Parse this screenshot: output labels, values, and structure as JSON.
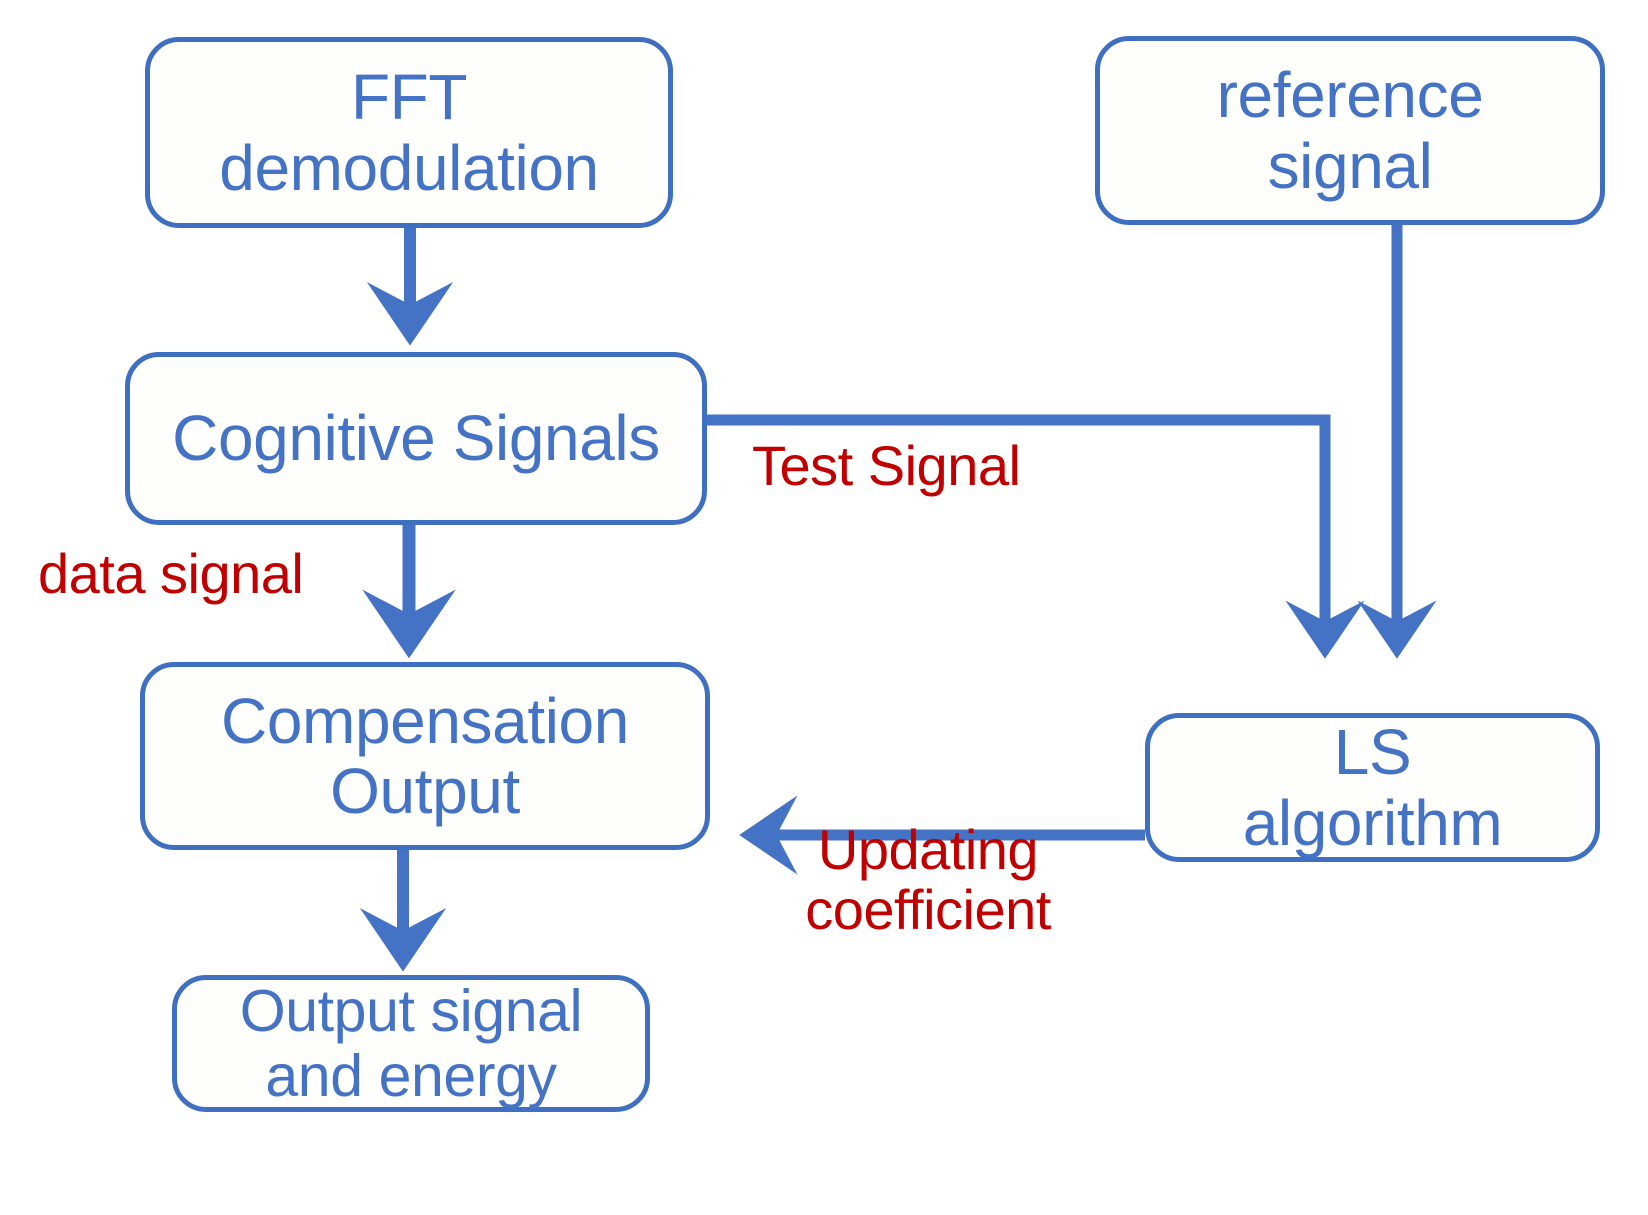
{
  "diagram": {
    "title": "Cognitive signal compensation block diagram",
    "colors": {
      "node_stroke": "#3F6FC0",
      "node_text": "#4472C4",
      "edge_stroke": "#4472C4",
      "edge_label_text": "#C00000",
      "background": "#FFFFFF"
    },
    "nodes": [
      {
        "id": "fft",
        "label": "FFT\ndemodulation"
      },
      {
        "id": "reference",
        "label": "reference\nsignal"
      },
      {
        "id": "cognitive",
        "label": "Cognitive Signals"
      },
      {
        "id": "compensation",
        "label": "Compensation\nOutput"
      },
      {
        "id": "output",
        "label": "Output signal\nand energy"
      },
      {
        "id": "ls",
        "label": "LS\nalgorithm"
      }
    ],
    "edges": [
      {
        "id": "fft-to-cognitive",
        "from": "fft",
        "to": "cognitive",
        "label": ""
      },
      {
        "id": "cognitive-to-ls",
        "from": "cognitive",
        "to": "ls",
        "label": "Test Signal"
      },
      {
        "id": "cognitive-to-compensation",
        "from": "cognitive",
        "to": "compensation",
        "label": "data signal"
      },
      {
        "id": "reference-to-ls",
        "from": "reference",
        "to": "ls",
        "label": ""
      },
      {
        "id": "ls-to-compensation",
        "from": "ls",
        "to": "compensation",
        "label": "Updating\ncoefficient"
      },
      {
        "id": "compensation-to-output",
        "from": "compensation",
        "to": "output",
        "label": ""
      }
    ],
    "edge_labels": {
      "test_signal": "Test Signal",
      "data_signal": "data signal",
      "updating_coefficient": "Updating\ncoefficient"
    }
  }
}
